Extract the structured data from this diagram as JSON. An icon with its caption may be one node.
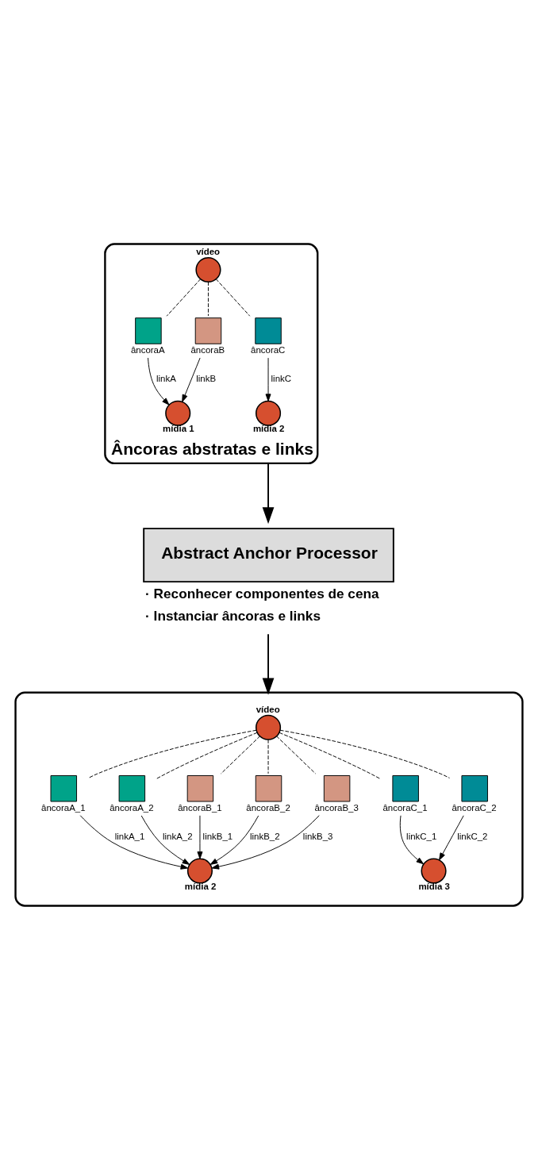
{
  "diagram": {
    "nodes": [
      {
        "text": [
          "Âncoras abstratas e links"
        ]
      },
      {
        "text": [
          "vídeo"
        ],
        "in": 0
      },
      {
        "text": [
          "âncoraA"
        ],
        "in": 0
      },
      {
        "text": [
          "âncoraB"
        ],
        "in": 0
      },
      {
        "text": [
          "âncoraC"
        ],
        "in": 0
      },
      {
        "text": [
          "mídia 1"
        ],
        "in": 0
      },
      {
        "text": [
          "mídia 2"
        ],
        "in": 0
      },
      {
        "text": [
          "Abstract Anchor Processor"
        ],
        "beside": [
          "· Reconhecer componentes de cena",
          "· Instanciar âncoras e links"
        ]
      },
      {
        "text": [],
        "shape": "ellipse"
      },
      {
        "text": [
          "vídeo"
        ],
        "in": 8
      },
      {
        "text": [
          "âncoraA_1"
        ],
        "in": 8
      },
      {
        "text": [
          "âncoraA_2"
        ],
        "in": 8
      },
      {
        "text": [
          "âncoraB_1"
        ],
        "in": 8
      },
      {
        "text": [
          "âncoraB_2"
        ],
        "in": 8
      },
      {
        "text": [
          "âncoraB_3"
        ],
        "in": 8
      },
      {
        "text": [
          "âncoraC_1"
        ],
        "in": 8
      },
      {
        "text": [
          "âncoraC_2"
        ],
        "in": 8
      },
      {
        "text": [
          "mídia 2"
        ],
        "in": 8
      },
      {
        "text": [
          "mídia 3"
        ],
        "in": 8
      }
    ],
    "edges": [
      {
        "from": 1,
        "to": 2,
        "arrow": "none",
        "style": "dashed"
      },
      {
        "from": 1,
        "to": 3,
        "arrow": "none",
        "style": "dashed"
      },
      {
        "from": 1,
        "to": 4,
        "arrow": "none",
        "style": "dashed"
      },
      {
        "from": 2,
        "to": 5,
        "arrow": "to",
        "label": "linkA"
      },
      {
        "from": 3,
        "to": 5,
        "arrow": "to",
        "label": "linkB"
      },
      {
        "from": 4,
        "to": 6,
        "arrow": "to",
        "label": "linkC"
      },
      {
        "from": 0,
        "to": 7,
        "arrow": "to"
      },
      {
        "from": 7,
        "to": 8,
        "arrow": "to"
      },
      {
        "from": 9,
        "to": 10,
        "arrow": "none",
        "style": "dashed"
      },
      {
        "from": 9,
        "to": 11,
        "arrow": "none",
        "style": "dashed"
      },
      {
        "from": 9,
        "to": 12,
        "arrow": "none",
        "style": "dashed"
      },
      {
        "from": 9,
        "to": 13,
        "arrow": "none",
        "style": "dashed"
      },
      {
        "from": 9,
        "to": 14,
        "arrow": "none",
        "style": "dashed"
      },
      {
        "from": 9,
        "to": 15,
        "arrow": "none",
        "style": "dashed"
      },
      {
        "from": 9,
        "to": 16,
        "arrow": "none",
        "style": "dashed"
      },
      {
        "from": 10,
        "to": 17,
        "arrow": "to",
        "label": "linkA_1"
      },
      {
        "from": 11,
        "to": 17,
        "arrow": "to",
        "label": "linkA_2"
      },
      {
        "from": 12,
        "to": 17,
        "arrow": "to",
        "label": "linkB_1"
      },
      {
        "from": 13,
        "to": 17,
        "arrow": "to",
        "label": "linkB_2"
      },
      {
        "from": 14,
        "to": 17,
        "arrow": "to",
        "label": "linkB_3"
      },
      {
        "from": 15,
        "to": 18,
        "arrow": "to",
        "label": "linkC_1"
      },
      {
        "from": 16,
        "to": 18,
        "arrow": "to",
        "label": "linkC_2"
      }
    ]
  }
}
